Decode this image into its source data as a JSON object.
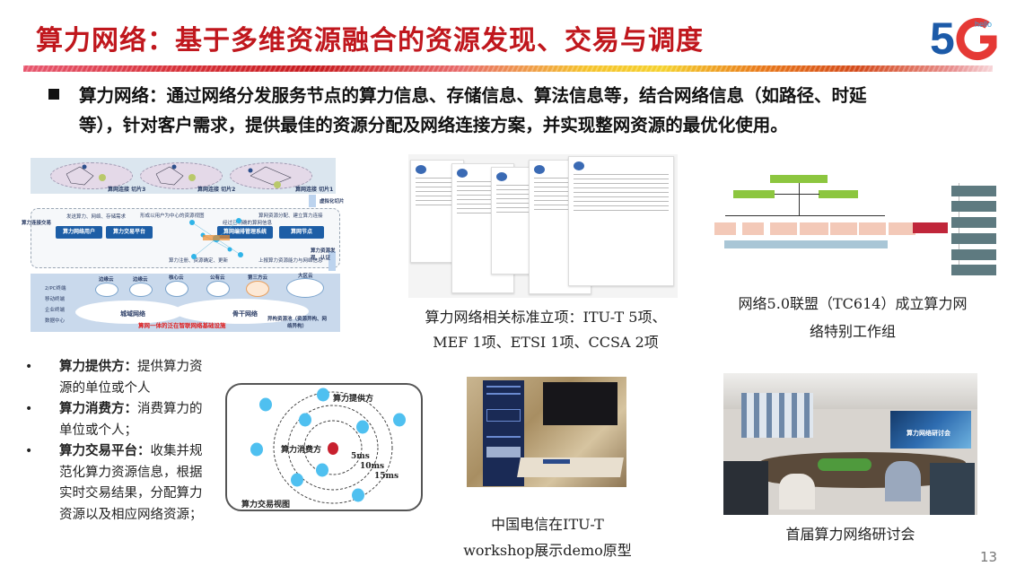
{
  "slide": {
    "title": "算力网络：基于多维资源融合的资源发现、交易与调度",
    "logo": {
      "main": "5G",
      "sub": "hello"
    },
    "lead": {
      "icon": "square-bullet-icon",
      "line1": "算力网络：通过网络分发服务节点的算力信息、存储信息、算法信息等，结合网络信息（如路径、时延",
      "line2": "等），针对客户需求，提供最佳的资源分配及网络连接方案，并实现整网资源的最优化使用。"
    },
    "page_number": "13",
    "colors": {
      "title_red": "#c0171d",
      "node_blue": "#1d5ea6",
      "dot_blue": "#4fc0f0",
      "consumer_red": "#c8202e"
    }
  },
  "architecture_diagram": {
    "slices": [
      "算网连接 切片3",
      "算网连接 切片2",
      "算网连接 切片1"
    ],
    "virtual_slice_label": "虚拟化切片",
    "left_input": "算力连接交易",
    "nodes": [
      "算力网络用户",
      "算力交易平台",
      "算网编排管理系统",
      "算网节点"
    ],
    "flow_labels": [
      "发送算力、网络、存储需求",
      "形成以用户为中心的资源视图",
      "经过已明确的算网信息",
      "算网资源分配、建立算力连接",
      "算力注册、资源确定、更新",
      "上报算力资源能力与网络信息"
    ],
    "right_input": "算力资源发现、认证",
    "clouds": [
      "边缘云",
      "边缘云",
      "核心云",
      "公有云",
      "第三方云",
      "大区云"
    ],
    "networks": [
      "城域网络",
      "骨干网络"
    ],
    "terminals": [
      "2/PC终端",
      "移动终端",
      "企业终端",
      "数据中心"
    ],
    "heterogeneous_label": "异构资源池（资源异构、网络异构）",
    "caption": "算网一体的泛在智联网络基础设施"
  },
  "trading_view": {
    "provider_label": "算力提供方",
    "consumer_label": "算力消费方",
    "view_label": "算力交易视图",
    "rings": [
      "5ms",
      "10ms",
      "15ms"
    ]
  },
  "bullets": [
    {
      "term": "算力提供方：",
      "text": "提供算力资源的单位或个人"
    },
    {
      "term": "算力消费方：",
      "text": "消费算力的单位或个人；"
    },
    {
      "term": "算力交易平台：",
      "text": "收集并规范化算力资源信息，根据实时交易结果，分配算力资源以及相应网络资源；"
    }
  ],
  "standards": {
    "caption_line1": "算力网络相关标准立项：ITU-T 5项、",
    "caption_line2": "MEF 1项、ETSI 1项、CCSA 2项"
  },
  "alliance": {
    "caption_line1": "网络5.0联盟（TC614）成立算力网",
    "caption_line2": "络特别工作组"
  },
  "demo": {
    "caption_line1": "中国电信在ITU-T",
    "caption_line2": "workshop展示demo原型"
  },
  "seminar": {
    "caption": "首届算力网络研讨会",
    "screen_text": "算力网络研讨会"
  }
}
